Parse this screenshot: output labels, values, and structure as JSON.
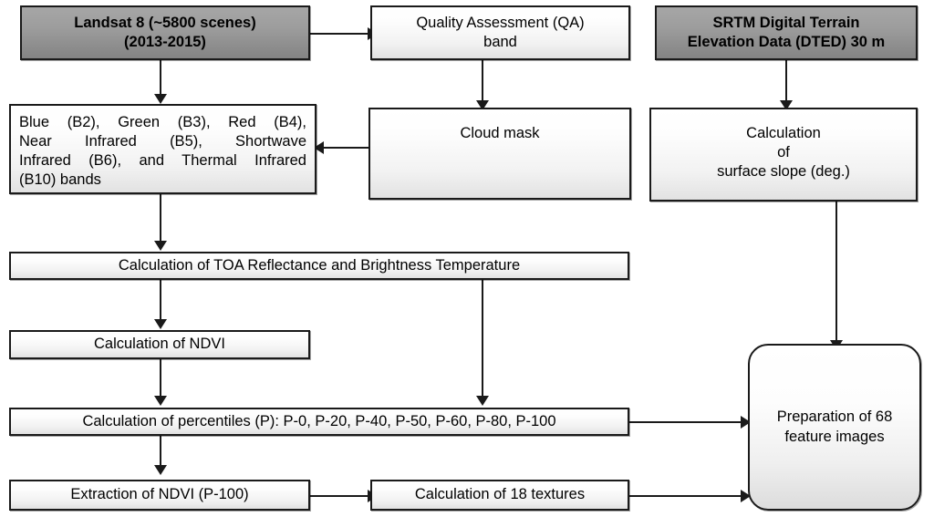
{
  "diagram": {
    "title": "Landsat 8 and SRTM feature-image processing workflow",
    "colors": {
      "source_box_fill": "#9a9a9a",
      "process_box_fill": "#f2f2f2",
      "border": "#1a1a1a",
      "arrow": "#1a1a1a",
      "background": "#ffffff"
    },
    "nodes": {
      "landsat": {
        "line1": "Landsat 8 (~5800 scenes)",
        "line2": "(2013-2015)"
      },
      "qa_band": {
        "line1": "Quality Assessment (QA)",
        "line2": "band"
      },
      "srtm": {
        "line1": "SRTM Digital Terrain",
        "line2": "Elevation Data (DTED) 30 m"
      },
      "bands": {
        "line1": "Blue (B2), Green (B3), Red (B4),",
        "line2": "Near Infrared (B5), Shortwave",
        "line3": "Infrared (B6), and Thermal Infrared",
        "line4": "(B10) bands"
      },
      "cloud_mask": {
        "line1": "Cloud mask"
      },
      "slope": {
        "line1": "Calculation",
        "line2": "of",
        "line3": "surface slope (deg.)"
      },
      "toa": {
        "line1": "Calculation of TOA Reflectance and Brightness Temperature"
      },
      "ndvi": {
        "line1": "Calculation of NDVI"
      },
      "percentiles": {
        "line1": "Calculation of percentiles (P): P-0, P-20, P-40, P-50, P-60, P-80, P-100"
      },
      "ndvi_extract": {
        "line1": "Extraction of NDVI (P-100)"
      },
      "textures": {
        "line1": "Calculation of  18 textures"
      },
      "feature_images": {
        "line1": "Preparation of 68",
        "line2": "feature images"
      }
    },
    "edges": [
      {
        "from": "landsat",
        "to": "qa_band",
        "direction": "right"
      },
      {
        "from": "landsat",
        "to": "bands",
        "direction": "down"
      },
      {
        "from": "qa_band",
        "to": "cloud_mask",
        "direction": "down"
      },
      {
        "from": "cloud_mask",
        "to": "bands",
        "direction": "left"
      },
      {
        "from": "srtm",
        "to": "slope",
        "direction": "down"
      },
      {
        "from": "bands",
        "to": "toa",
        "direction": "down"
      },
      {
        "from": "toa",
        "to": "ndvi",
        "direction": "down"
      },
      {
        "from": "toa",
        "to": "percentiles",
        "direction": "down"
      },
      {
        "from": "ndvi",
        "to": "percentiles",
        "direction": "down"
      },
      {
        "from": "percentiles",
        "to": "ndvi_extract",
        "direction": "down"
      },
      {
        "from": "percentiles",
        "to": "feature_images",
        "direction": "right"
      },
      {
        "from": "ndvi_extract",
        "to": "textures",
        "direction": "right"
      },
      {
        "from": "textures",
        "to": "feature_images",
        "direction": "right"
      },
      {
        "from": "slope",
        "to": "feature_images",
        "direction": "down"
      }
    ]
  }
}
